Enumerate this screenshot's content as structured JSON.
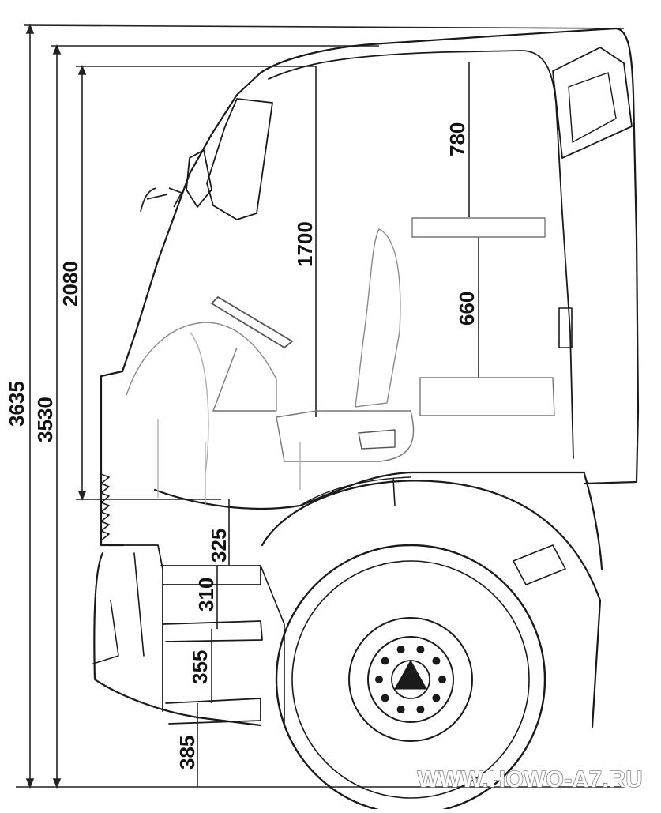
{
  "dimensions": {
    "overall_height_high": "3635",
    "overall_height_low": "3530",
    "cab_height": "2080",
    "interior_height": "1700",
    "bunk_upper": "780",
    "bunk_lower": "660",
    "step_top": "325",
    "step_middle": "310",
    "step_lower": "355",
    "step_ground": "385"
  },
  "watermark": "WWW.HOWO-A7.RU",
  "colors": {
    "line": "#1a1a1a",
    "thin_line": "#555555",
    "light_line": "#9a9a9a",
    "background": "#ffffff"
  }
}
